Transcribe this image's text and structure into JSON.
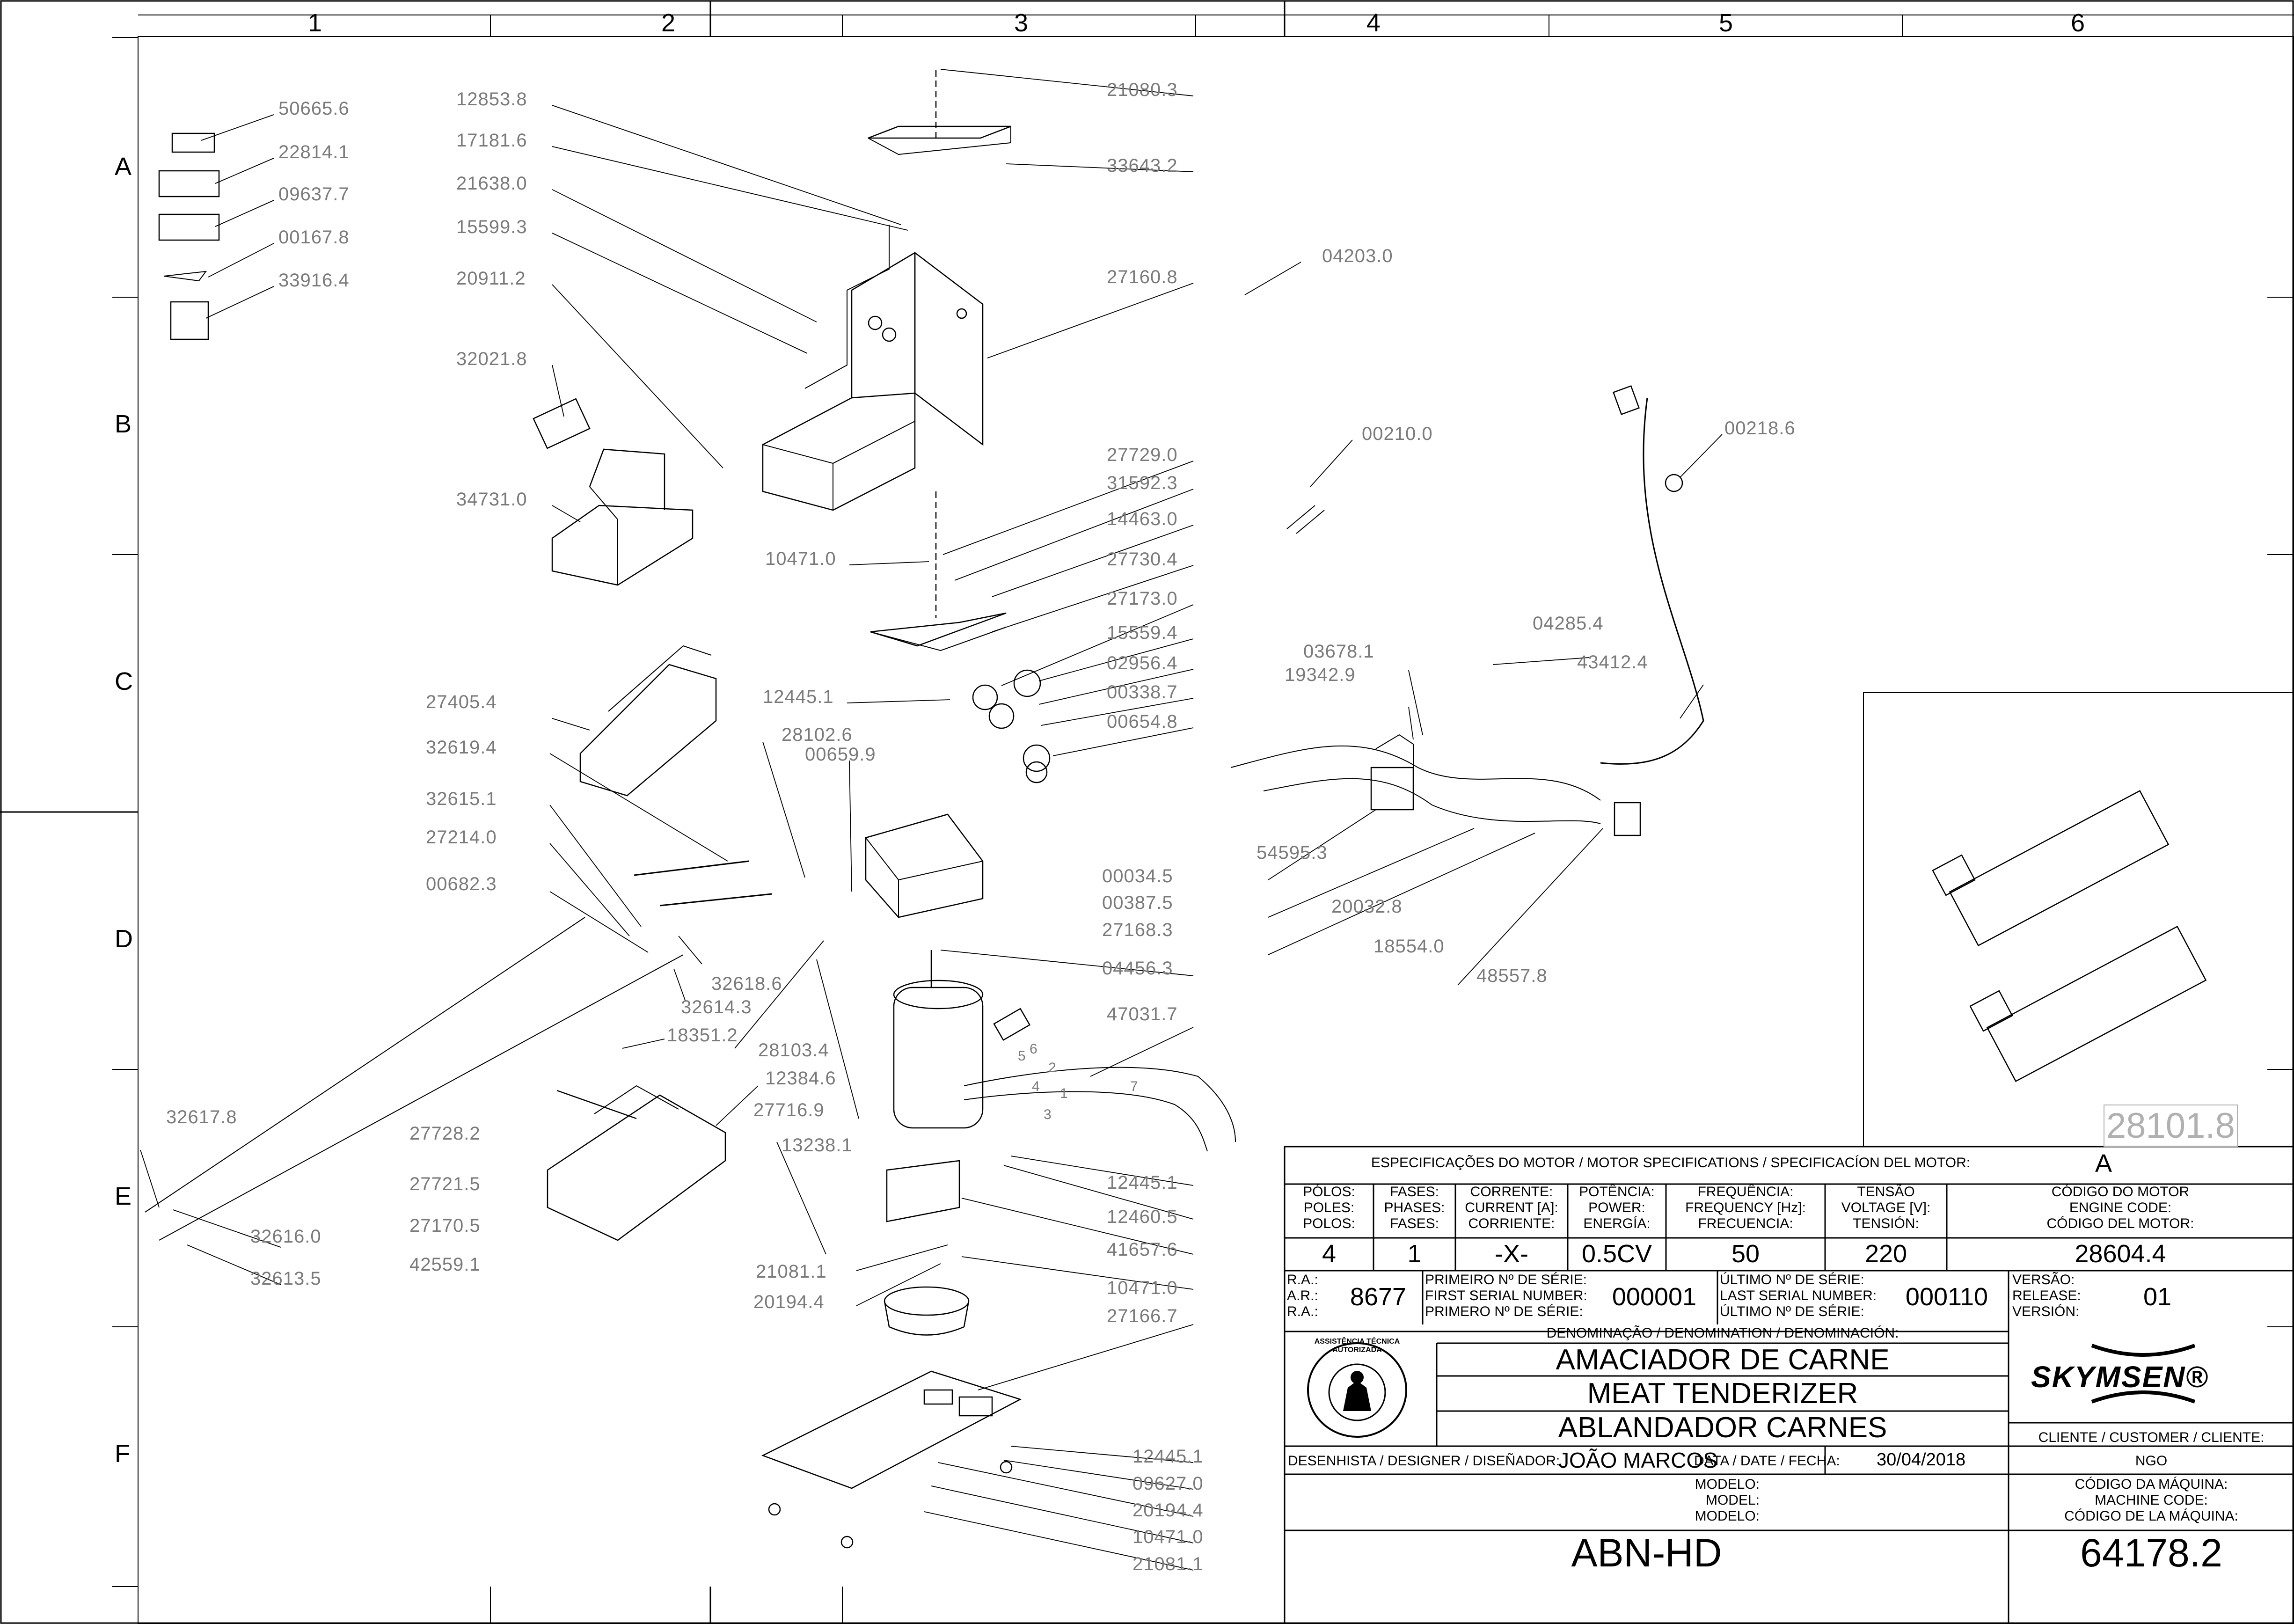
{
  "grid": {
    "columns": [
      "1",
      "2",
      "3",
      "4",
      "5",
      "6"
    ],
    "rows": [
      "A",
      "B",
      "C",
      "D",
      "E",
      "F"
    ]
  },
  "callouts": {
    "c50665_6": "50665.6",
    "c22814_1": "22814.1",
    "c09637_7": "09637.7",
    "c00167_8": "00167.8",
    "c33916_4": "33916.4",
    "c12853_8": "12853.8",
    "c17181_6": "17181.6",
    "c21638_0": "21638.0",
    "c15599_3": "15599.3",
    "c20911_2": "20911.2",
    "c32021_8": "32021.8",
    "c34731_0": "34731.0",
    "c21080_3": "21080.3",
    "c33643_2": "33643.2",
    "c27160_8": "27160.8",
    "c04203_0": "04203.0",
    "c00210_0": "00210.0",
    "c00218_6": "00218.6",
    "c27729_0": "27729.0",
    "c31592_3": "31592.3",
    "c14463_0": "14463.0",
    "c10471_0a": "10471.0",
    "c27730_4": "27730.4",
    "c27173_0": "27173.0",
    "c15559_4": "15559.4",
    "c02956_4": "02956.4",
    "c00338_7": "00338.7",
    "c00654_8": "00654.8",
    "c12445_1a": "12445.1",
    "c28102_6": "28102.6",
    "c00659_9": "00659.9",
    "c27405_4": "27405.4",
    "c32619_4": "32619.4",
    "c32615_1": "32615.1",
    "c27214_0": "27214.0",
    "c00682_3": "00682.3",
    "c32618_6": "32618.6",
    "c32614_3": "32614.3",
    "c18351_2": "18351.2",
    "c28103_4": "28103.4",
    "c12384_6": "12384.6",
    "c27716_9": "27716.9",
    "c13238_1": "13238.1",
    "c00034_5": "00034.5",
    "c00387_5": "00387.5",
    "c27168_3": "27168.3",
    "c04456_3": "04456.3",
    "c47031_7": "47031.7",
    "c32617_8": "32617.8",
    "c27728_2": "27728.2",
    "c27721_5": "27721.5",
    "c27170_5": "27170.5",
    "c42559_1": "42559.1",
    "c32616_0": "32616.0",
    "c32613_5": "32613.5",
    "c12445_1b": "12445.1",
    "c12460_5": "12460.5",
    "c41657_6": "41657.6",
    "c21081_1a": "21081.1",
    "c20194_4a": "20194.4",
    "c10471_0b": "10471.0",
    "c27166_7": "27166.7",
    "c12445_1c": "12445.1",
    "c09627_0": "09627.0",
    "c20194_4b": "20194.4",
    "c10471_0c": "10471.0",
    "c21081_1b": "21081.1",
    "c03678_1": "03678.1",
    "c19342_9": "19342.9",
    "c04285_4": "04285.4",
    "c43412_4": "43412.4",
    "c54595_3": "54595.3",
    "c20032_8": "20032.8",
    "c18554_0": "18554.0",
    "c48557_8": "48557.8",
    "wire1": "1",
    "wire2": "2",
    "wire3": "3",
    "wire4": "4",
    "wire5": "5",
    "wire6": "6",
    "wire7": "7"
  },
  "detail_ref": "28101.8",
  "title_block": {
    "motor_spec_header": "ESPECIFICAÇÕES DO MOTOR / MOTOR SPECIFICATIONS / SPECIFICACÍON DEL MOTOR:",
    "motor_spec_value": "A",
    "poles_label": "PÓLOS:\nPOLES:\nPOLOS:",
    "phases_label": "FASES:\nPHASES:\nFASES:",
    "current_label": "CORRENTE:\nCURRENT [A]:\nCORRIENTE:",
    "power_label": "POTÊNCIA:\nPOWER:\nENERGÍA:",
    "frequency_label": "FREQUÊNCIA:\nFREQUENCY [Hz]:\nFRECUENCIA:",
    "voltage_label": "TENSÃO\nVOLTAGE [V]:\nTENSIÓN:",
    "engine_code_label": "CÓDIGO DO MOTOR\nENGINE CODE:\nCÓDIGO DEL MOTOR:",
    "poles": "4",
    "phases": "1",
    "current": "-X-",
    "power": "0.5CV",
    "frequency": "50",
    "voltage": "220",
    "engine_code": "28604.4",
    "ra_label": "R.A.:\nA.R.:\nR.A.:",
    "ra": "8677",
    "first_serial_label": "PRIMEIRO Nº DE SÉRIE:\nFIRST SERIAL NUMBER:\nPRIMERO Nº DE SÉRIE:",
    "first_serial": "000001",
    "last_serial_label": "ÚLTIMO Nº DE SÉRIE:\nLAST SERIAL NUMBER:\nÚLTIMO Nº DE SÉRIE:",
    "last_serial": "000110",
    "version_label": "VERSÃO:\nRELEASE:\nVERSIÓN:",
    "version": "01",
    "denomination_label": "DENOMINAÇÃO / DENOMINATION / DENOMINACIÓN:",
    "name_pt": "AMACIADOR DE CARNE",
    "name_en": "MEAT TENDERIZER",
    "name_es": "ABLANDADOR CARNES",
    "brand": "SKYMSEN®",
    "seal_text": "ASSISTÊNCIA TÉCNICA AUTORIZADA",
    "customer_label": "CLIENTE / CUSTOMER / CLIENTE:",
    "customer": "NGO",
    "designer_label": "DESENHISTA / DESIGNER / DISEÑADOR:",
    "designer": "JOÃO MARCOS",
    "date_label": "DATA / DATE / FECHA:",
    "date": "30/04/2018",
    "model_label": "MODELO:\nMODEL:\nMODELO:",
    "model": "ABN-HD",
    "machine_code_label": "CÓDIGO DA MÁQUINA:\nMACHINE CODE:\nCÓDIGO DE LA MÁQUINA:",
    "machine_code": "64178.2"
  },
  "colors": {
    "line": "#000000",
    "callout": "#7a7a7a",
    "ghost": "#b0b0b0"
  }
}
